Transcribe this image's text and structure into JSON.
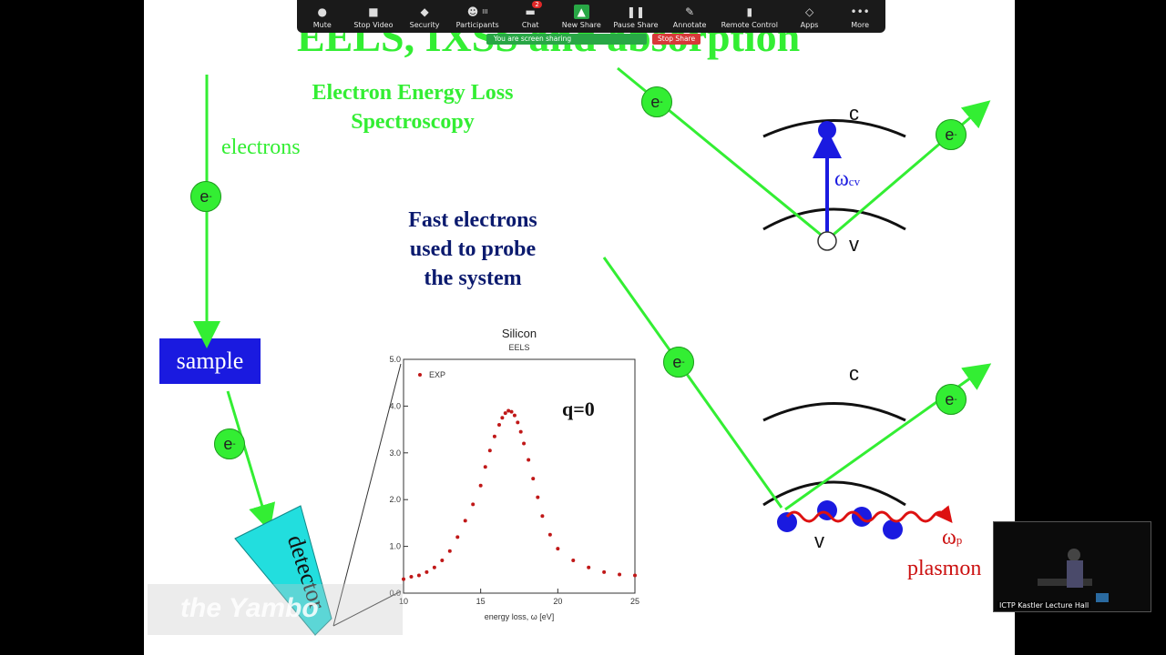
{
  "toolbar": {
    "items": [
      {
        "label": "Mute",
        "icon": "microphone-icon"
      },
      {
        "label": "Stop Video",
        "icon": "video-camera-icon"
      },
      {
        "label": "Security",
        "icon": "shield-icon"
      },
      {
        "label": "Participants",
        "icon": "people-icon",
        "count": "III"
      },
      {
        "label": "Chat",
        "icon": "chat-bubble-icon",
        "badge": "2"
      },
      {
        "label": "New Share",
        "icon": "share-arrow-icon"
      },
      {
        "label": "Pause Share",
        "icon": "pause-icon"
      },
      {
        "label": "Annotate",
        "icon": "pencil-icon"
      },
      {
        "label": "Remote Control",
        "icon": "mouse-icon"
      },
      {
        "label": "Apps",
        "icon": "apps-icon"
      },
      {
        "label": "More",
        "icon": "more-dots-icon"
      }
    ],
    "sharing_status": "You are screen sharing",
    "stop_share_label": "Stop Share",
    "accent": "#28a745",
    "stop_color": "#d83838"
  },
  "slide": {
    "title": "EELS, IXSS and absorption",
    "heading_line1": "Electron Energy Loss",
    "heading_line2": "Spectroscopy",
    "electrons_label": "electrons",
    "electron_symbol": "e",
    "electron_superscript": "-",
    "sample_label": "sample",
    "detector_label": "detector",
    "fast_line1": "Fast electrons",
    "fast_line2": "used to probe",
    "fast_line3": "the system",
    "band_c": "c",
    "band_v": "v",
    "omega_cv": "ω",
    "omega_cv_sub": "cv",
    "omega_p": "ω",
    "omega_p_sub": "p",
    "plasmon_label": "plasmon",
    "watermark": "the Yambo",
    "colors": {
      "green": "#33ee33",
      "navy": "#0b1a6e",
      "sample_blue": "#1a1ae0",
      "detector_cyan": "#22dede",
      "plasmon_red": "#cc1111"
    }
  },
  "chart_data": {
    "type": "scatter",
    "title": "Silicon",
    "subtitle": "EELS",
    "xlabel": "energy loss, ω [eV]",
    "ylabel": "",
    "xlim": [
      10,
      25
    ],
    "ylim": [
      0,
      5
    ],
    "xticks": [
      "10",
      "15",
      "20",
      "25"
    ],
    "yticks": [
      "0.0",
      "1.0",
      "2.0",
      "3.0",
      "4.0",
      "5.0"
    ],
    "annotation": "q=0",
    "series": [
      {
        "name": "EXP",
        "color": "#c01818",
        "x": [
          10.0,
          10.5,
          11.0,
          11.5,
          12.0,
          12.5,
          13.0,
          13.5,
          14.0,
          14.5,
          15.0,
          15.3,
          15.6,
          15.9,
          16.2,
          16.4,
          16.6,
          16.8,
          17.0,
          17.2,
          17.4,
          17.6,
          17.8,
          18.1,
          18.4,
          18.7,
          19.0,
          19.5,
          20.0,
          21.0,
          22.0,
          23.0,
          24.0,
          25.0
        ],
        "y": [
          0.3,
          0.35,
          0.38,
          0.45,
          0.55,
          0.7,
          0.9,
          1.2,
          1.55,
          1.9,
          2.3,
          2.7,
          3.05,
          3.35,
          3.6,
          3.75,
          3.85,
          3.9,
          3.88,
          3.8,
          3.65,
          3.45,
          3.2,
          2.85,
          2.45,
          2.05,
          1.65,
          1.25,
          0.95,
          0.7,
          0.55,
          0.45,
          0.4,
          0.38
        ]
      }
    ]
  },
  "video": {
    "label": "ICTP Kastler Lecture Hall"
  }
}
